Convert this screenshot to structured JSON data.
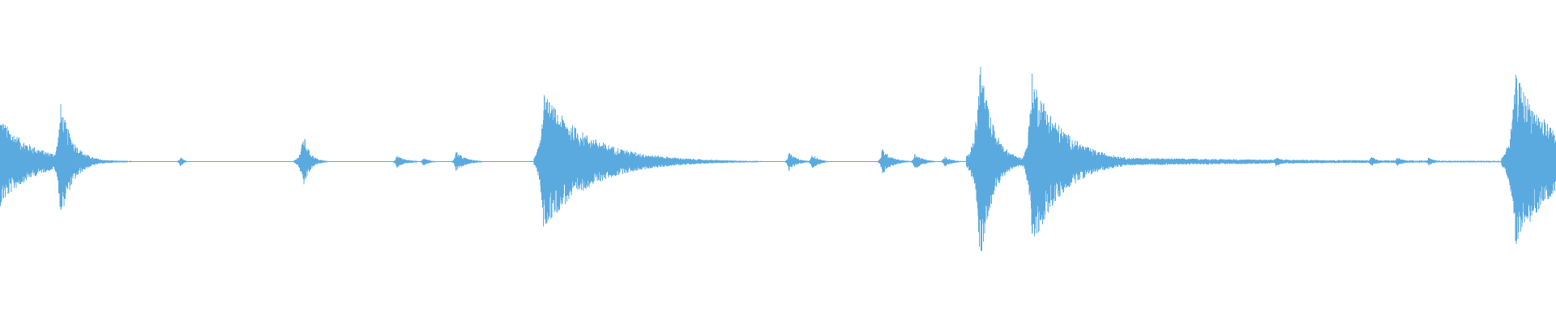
{
  "waveform": {
    "color": "#5aaae0",
    "amplitude_range": [
      -1,
      1
    ],
    "duration_fraction_visible": 1.0,
    "bursts": [
      {
        "t": 0.0,
        "amp": 0.43,
        "decay": 0.02,
        "attack": 0.001
      },
      {
        "t": 0.039,
        "amp": 0.56,
        "decay": 0.008,
        "attack": 0.002
      },
      {
        "t": 0.116,
        "amp": 0.05,
        "decay": 0.002,
        "attack": 0.001
      },
      {
        "t": 0.195,
        "amp": 0.27,
        "decay": 0.004,
        "attack": 0.002
      },
      {
        "t": 0.255,
        "amp": 0.06,
        "decay": 0.006,
        "attack": 0.001
      },
      {
        "t": 0.272,
        "amp": 0.04,
        "decay": 0.004,
        "attack": 0.001
      },
      {
        "t": 0.293,
        "amp": 0.1,
        "decay": 0.006,
        "attack": 0.001
      },
      {
        "t": 0.349,
        "amp": 0.66,
        "decay": 0.03,
        "attack": 0.002
      },
      {
        "t": 0.39,
        "amp": 0.03,
        "decay": 0.01,
        "attack": 0.001
      },
      {
        "t": 0.43,
        "amp": 0.03,
        "decay": 0.004,
        "attack": 0.001
      },
      {
        "t": 0.507,
        "amp": 0.09,
        "decay": 0.005,
        "attack": 0.001
      },
      {
        "t": 0.522,
        "amp": 0.08,
        "decay": 0.004,
        "attack": 0.001
      },
      {
        "t": 0.567,
        "amp": 0.13,
        "decay": 0.006,
        "attack": 0.001
      },
      {
        "t": 0.588,
        "amp": 0.08,
        "decay": 0.005,
        "attack": 0.001
      },
      {
        "t": 0.607,
        "amp": 0.05,
        "decay": 0.005,
        "attack": 0.001
      },
      {
        "t": 0.63,
        "amp": 1.0,
        "decay": 0.008,
        "attack": 0.003
      },
      {
        "t": 0.663,
        "amp": 0.85,
        "decay": 0.02,
        "attack": 0.002
      },
      {
        "t": 0.68,
        "amp": 0.05,
        "decay": 0.15,
        "attack": 0.001
      },
      {
        "t": 0.82,
        "amp": 0.05,
        "decay": 0.005,
        "attack": 0.001
      },
      {
        "t": 0.881,
        "amp": 0.05,
        "decay": 0.005,
        "attack": 0.001
      },
      {
        "t": 0.898,
        "amp": 0.05,
        "decay": 0.004,
        "attack": 0.001
      },
      {
        "t": 0.918,
        "amp": 0.04,
        "decay": 0.004,
        "attack": 0.001
      },
      {
        "t": 0.974,
        "amp": 0.84,
        "decay": 0.025,
        "attack": 0.003
      }
    ]
  }
}
